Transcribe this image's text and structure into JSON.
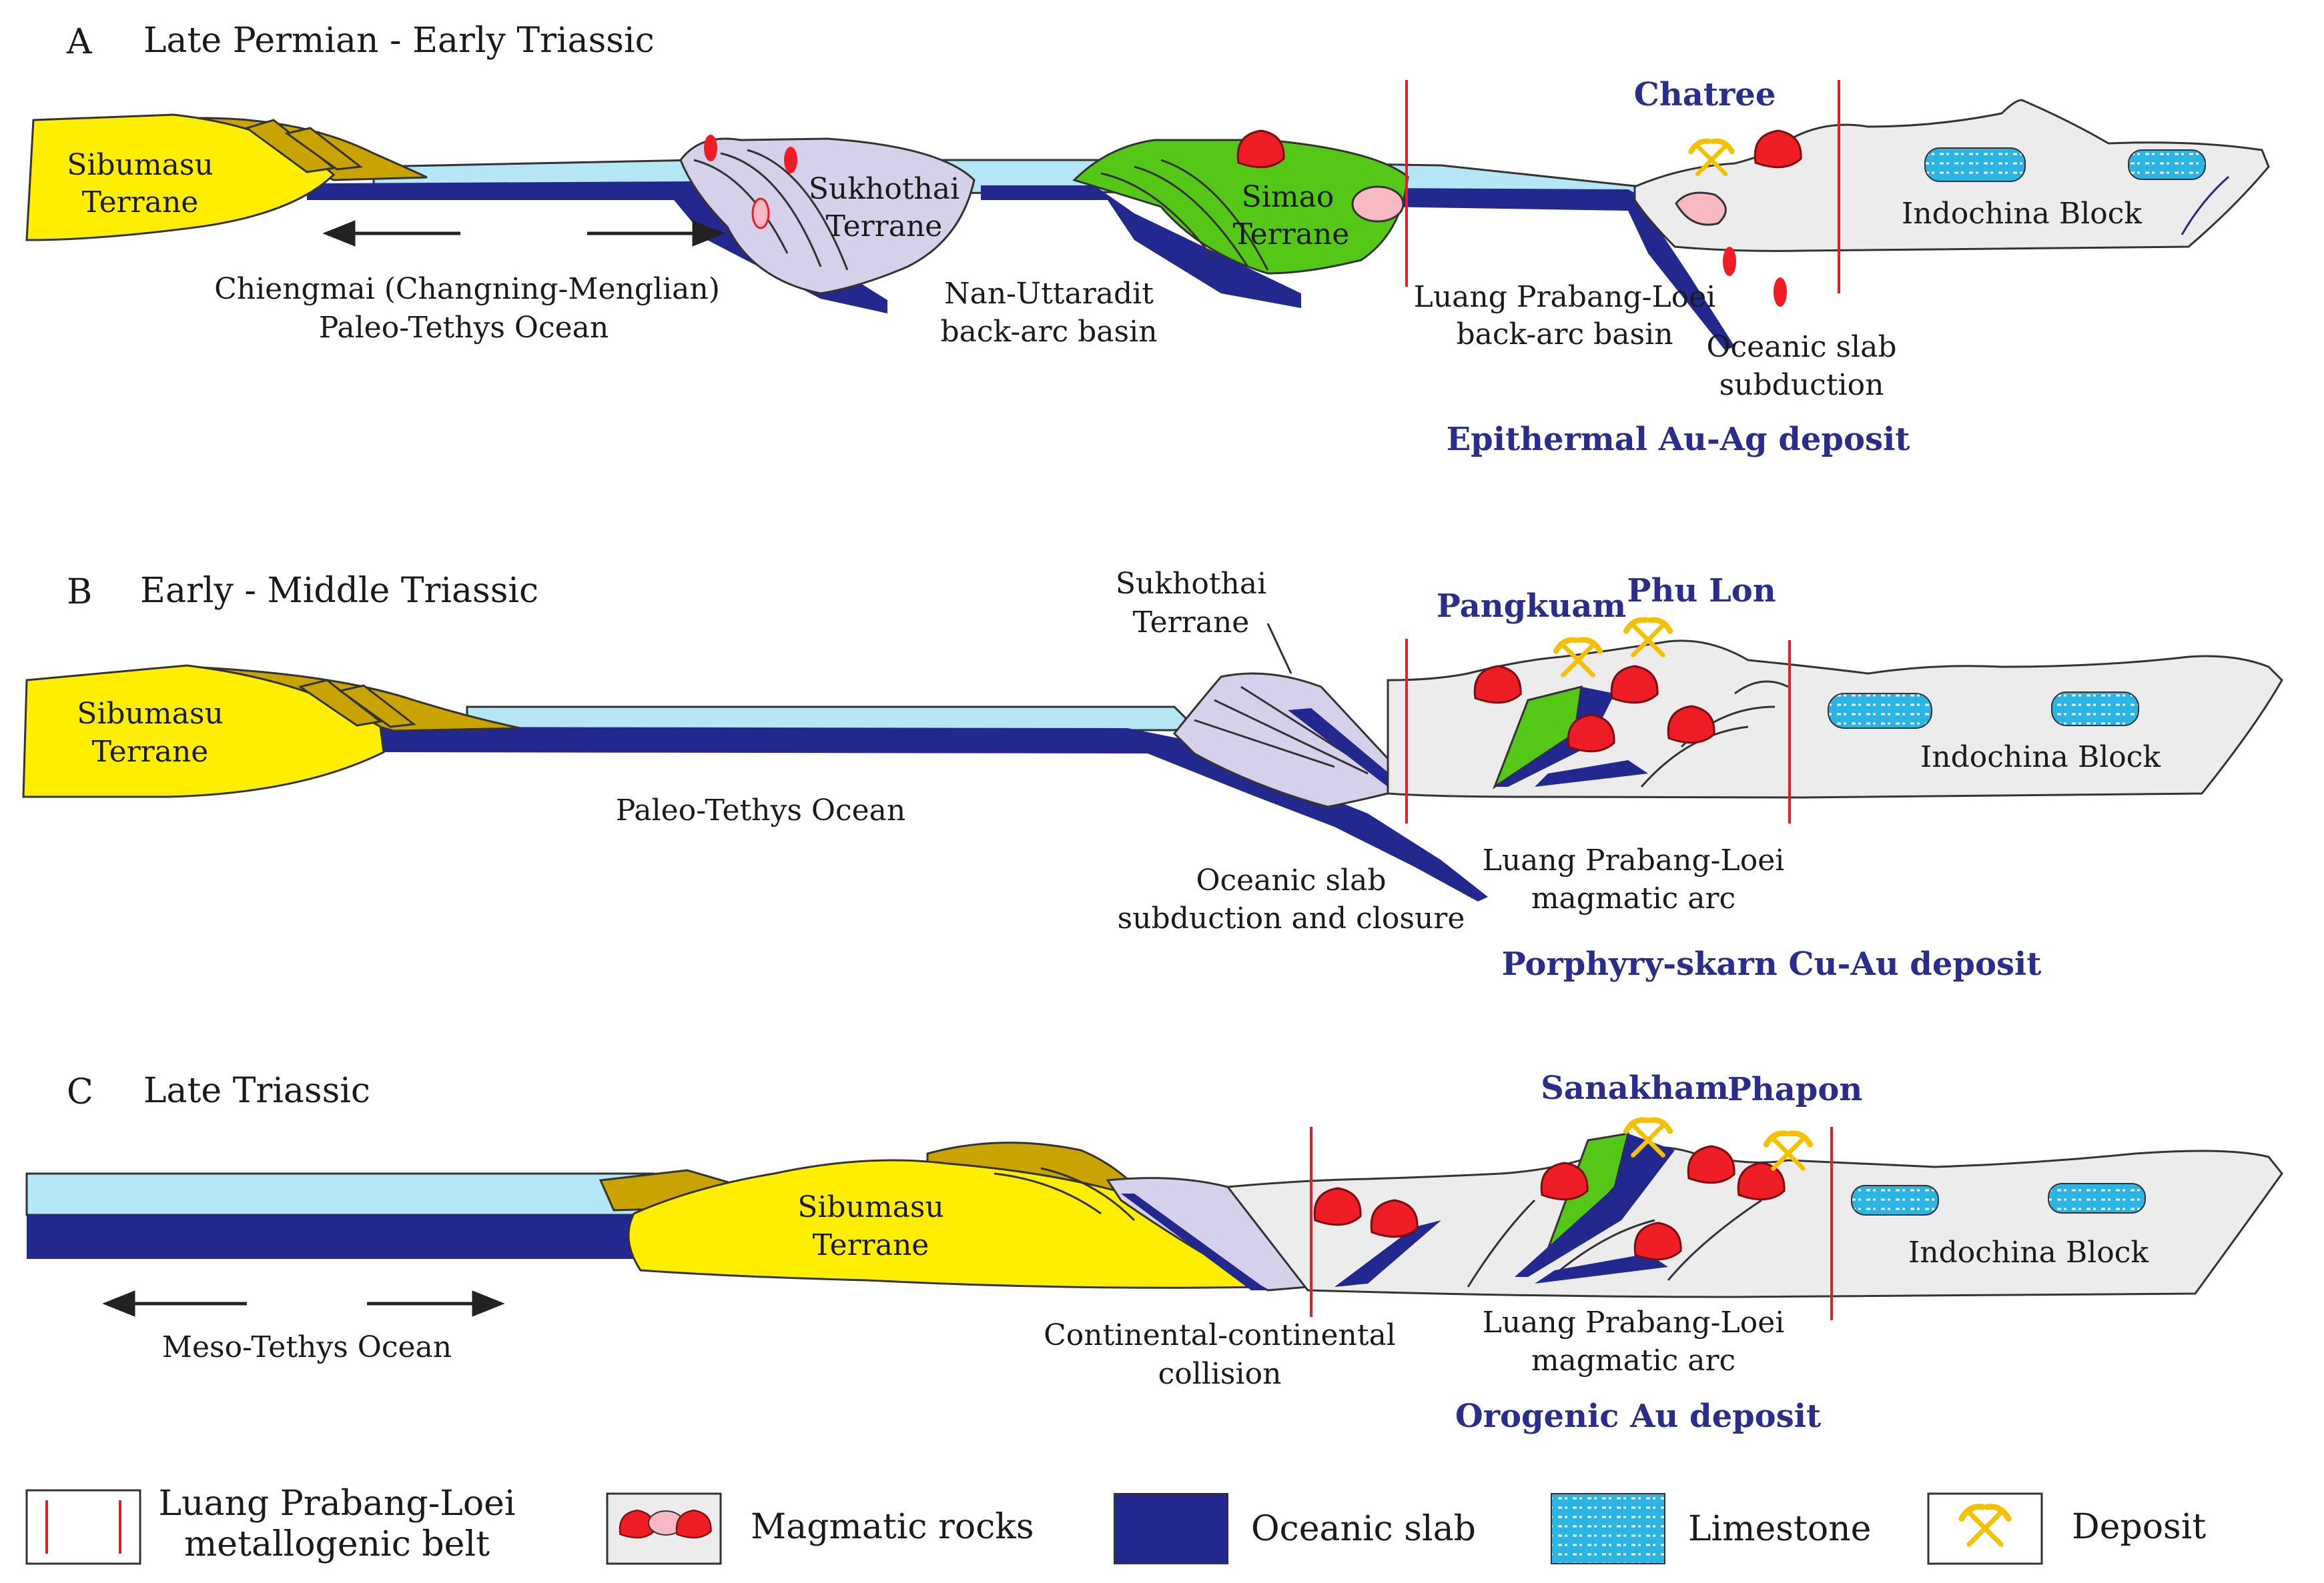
{
  "colors": {
    "sibumasu": "#ffee00",
    "sibumasu_edge": "#c9a400",
    "sukhothai": "#d6d1ea",
    "simao": "#55c817",
    "indochina": "#ececec",
    "ocean": "#b4e6f5",
    "slab": "#23288f",
    "magmatic": "#ee1c24",
    "magmatic_pink": "#f8b9c2",
    "limestone": "#2bb5e4",
    "deposit": "#f5c000",
    "belt_line": "#e41e26",
    "label_blue": "#2b2d8c"
  },
  "panels": {
    "a": {
      "letter": "A",
      "title": "Late Permian - Early Triassic",
      "sibumasu": [
        "Sibumasu",
        "Terrane"
      ],
      "sukhothai": [
        "Sukhothai",
        "Terrane"
      ],
      "simao": [
        "Simao",
        "Terrane"
      ],
      "indochina": "Indochina Block",
      "ocean": [
        "Chiengmai (Changning-Menglian)",
        "Paleo-Tethys Ocean"
      ],
      "backarc": [
        "Nan-Uttaradit",
        "back-arc basin"
      ],
      "luang": [
        "Luang Prabang-Loei",
        "back-arc basin"
      ],
      "slab": [
        "Oceanic slab",
        "subduction"
      ],
      "deposit_name": "Chatree",
      "deposit_type": "Epithermal Au-Ag deposit"
    },
    "b": {
      "letter": "B",
      "title": "Early - Middle Triassic",
      "sibumasu": [
        "Sibumasu",
        "Terrane"
      ],
      "sukhothai": [
        "Sukhothai",
        "Terrane"
      ],
      "indochina": "Indochina Block",
      "ocean": "Paleo-Tethys Ocean",
      "slab": [
        "Oceanic slab",
        "subduction and closure"
      ],
      "arc": [
        "Luang Prabang-Loei",
        "magmatic arc"
      ],
      "deposit_names": [
        "Pangkuam",
        "Phu Lon"
      ],
      "deposit_type": "Porphyry-skarn Cu-Au deposit"
    },
    "c": {
      "letter": "C",
      "title": "Late Triassic",
      "sibumasu": [
        "Sibumasu",
        "Terrane"
      ],
      "indochina": "Indochina Block",
      "ocean": "Meso-Tethys Ocean",
      "collision": [
        "Continental-continental",
        "collision"
      ],
      "arc": [
        "Luang Prabang-Loei",
        "magmatic arc"
      ],
      "deposit_names": [
        "Sanakham",
        "Phapon"
      ],
      "deposit_type": "Orogenic Au deposit"
    }
  },
  "legend": {
    "belt": [
      "Luang Prabang-Loei",
      "metallogenic belt"
    ],
    "magmatic": "Magmatic rocks",
    "slab": "Oceanic slab",
    "limestone": "Limestone",
    "deposit": "Deposit"
  }
}
